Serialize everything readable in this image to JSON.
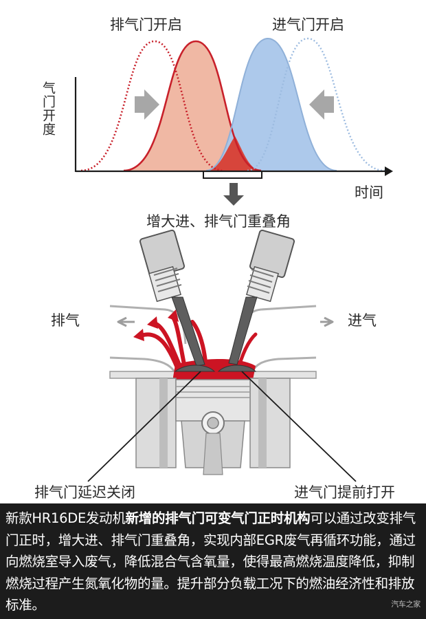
{
  "chart": {
    "labels": {
      "exhaust_open": "排气门开启",
      "intake_open": "进气门开启",
      "y_axis": "气门开度",
      "x_axis": "时间",
      "overlap": "增大进、排气门重叠角"
    },
    "colors": {
      "exhaust_line": "#c8202a",
      "exhaust_fill": "#eeb09a",
      "intake_line": "#9cbbe0",
      "intake_fill": "#a9c6ea",
      "overlap_fill": "#d7453b",
      "arrow_gray": "#a7a7a7"
    }
  },
  "engine": {
    "labels": {
      "exhaust": "排气",
      "intake": "进气",
      "exhaust_close": "排气门延迟关闭",
      "intake_open_early": "进气门提前打开"
    },
    "colors": {
      "gas_red": "#cc1423",
      "metal_light": "#d9d9d9",
      "metal_dark": "#6a6a6a"
    }
  },
  "caption": {
    "part1": "新款HR16DE发动机",
    "part2_bold": "新增的排气门可变气门正时机构",
    "part3": "可以通过改变排气门正时，增大进、排气门重叠角，实现内部EGR废气再循环功能，通过向燃烧室导入废气，降低混合气含氧量，使得最高燃烧温度降低，抑制燃烧过程产生氮氧化物的量。提升部分负载工况下的燃油经济性和排放标准。"
  },
  "watermark": "汽车之家"
}
